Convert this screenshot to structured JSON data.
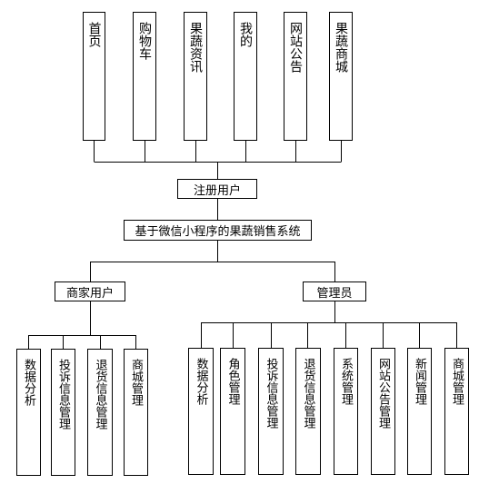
{
  "root": {
    "label": "基于微信小程序的果蔬销售系统"
  },
  "user": {
    "label": "注册用户",
    "children": [
      "首页",
      "购物车",
      "果蔬资讯",
      "我的",
      "网站公告",
      "果蔬商城"
    ]
  },
  "merchant": {
    "label": "商家用户",
    "children": [
      "数据分析",
      "投诉信息管理",
      "退货信息管理",
      "商城管理"
    ]
  },
  "admin": {
    "label": "管理员",
    "children": [
      "数据分析",
      "角色管理",
      "投诉信息管理",
      "退货信息管理",
      "系统管理",
      "网站公告管理",
      "新闻管理",
      "商城管理"
    ]
  }
}
